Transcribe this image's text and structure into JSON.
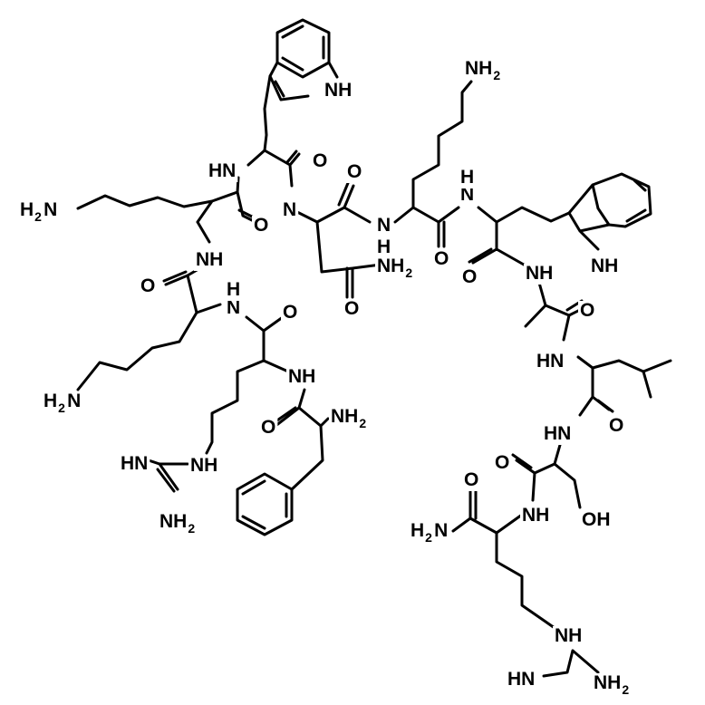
{
  "molecule": {
    "residues": [
      "Phe",
      "Arg",
      "Lys",
      "Lys",
      "Trp",
      "Asn",
      "Lys",
      "Trp",
      "Ala",
      "Leu",
      "Ser",
      "Arg"
    ],
    "c_terminus": "NH2"
  },
  "colors": {
    "bond": "#000000",
    "text": "#000000",
    "background": "#ffffff"
  },
  "labels": [
    {
      "id": "nh-trp1-indole",
      "main": "NH",
      "sub": ""
    },
    {
      "id": "nh2-lys3-side",
      "main": "NH",
      "sub": "2"
    },
    {
      "id": "hn-lys2-trp1",
      "main": "HN",
      "sub": ""
    },
    {
      "id": "o-trp1",
      "main": "O",
      "sub": ""
    },
    {
      "id": "o-asn-bb",
      "main": "O",
      "sub": ""
    },
    {
      "id": "h2n-lys2-side",
      "main": "H",
      "sub": "2",
      "tail": "N"
    },
    {
      "id": "hn-asn-amide",
      "main": "N",
      "sub": ""
    },
    {
      "id": "o-lys2",
      "main": "O",
      "sub": ""
    },
    {
      "id": "nh-lys3-asn",
      "main": "N",
      "sub": ""
    },
    {
      "id": "h-lys3-asn",
      "main": "H",
      "sub": ""
    },
    {
      "id": "nh2-asn-side",
      "main": "NH",
      "sub": "2"
    },
    {
      "id": "o-asn-side",
      "main": "O",
      "sub": ""
    },
    {
      "id": "nh-trp2-lys3",
      "main": "N",
      "sub": ""
    },
    {
      "id": "h-trp2-lys3",
      "main": "H",
      "sub": ""
    },
    {
      "id": "o-lys3",
      "main": "O",
      "sub": ""
    },
    {
      "id": "nh-trp2-indole",
      "main": "NH",
      "sub": ""
    },
    {
      "id": "o-trp2",
      "main": "O",
      "sub": ""
    },
    {
      "id": "nh-ala",
      "main": "NH",
      "sub": ""
    },
    {
      "id": "nh-lys2-lys1",
      "main": "NH",
      "sub": ""
    },
    {
      "id": "o-lys1",
      "main": "O",
      "sub": ""
    },
    {
      "id": "nh-lys1-arg1",
      "main": "N",
      "sub": ""
    },
    {
      "id": "h-lys1-arg1",
      "main": "H",
      "sub": ""
    },
    {
      "id": "o-arg1",
      "main": "O",
      "sub": ""
    },
    {
      "id": "o-ala",
      "main": "O",
      "sub": ""
    },
    {
      "id": "hn-leu",
      "main": "HN",
      "sub": ""
    },
    {
      "id": "nh-arg1-phe",
      "main": "NH",
      "sub": ""
    },
    {
      "id": "h2n-lys1-side",
      "main": "H",
      "sub": "2",
      "tail": "N"
    },
    {
      "id": "nh2-phe",
      "main": "NH",
      "sub": "2"
    },
    {
      "id": "o-phe",
      "main": "O",
      "sub": ""
    },
    {
      "id": "hn-ser",
      "main": "HN",
      "sub": ""
    },
    {
      "id": "o-leu",
      "main": "O",
      "sub": ""
    },
    {
      "id": "hn-arg1-guan",
      "main": "HN",
      "sub": ""
    },
    {
      "id": "nh-arg1-guan",
      "main": "NH",
      "sub": ""
    },
    {
      "id": "o-ser",
      "main": "O",
      "sub": ""
    },
    {
      "id": "o-arg2",
      "main": "O",
      "sub": ""
    },
    {
      "id": "nh2-arg1-guan",
      "main": "NH",
      "sub": "2"
    },
    {
      "id": "nh-arg2-ser",
      "main": "NH",
      "sub": ""
    },
    {
      "id": "oh-ser",
      "main": "OH",
      "sub": ""
    },
    {
      "id": "h2n-c-term",
      "main": "H",
      "sub": "2",
      "tail": "N"
    },
    {
      "id": "nh-arg2-guan",
      "main": "NH",
      "sub": ""
    },
    {
      "id": "hn-arg2-guan",
      "main": "HN",
      "sub": ""
    },
    {
      "id": "nh2-arg2-guan",
      "main": "NH",
      "sub": "2"
    }
  ]
}
